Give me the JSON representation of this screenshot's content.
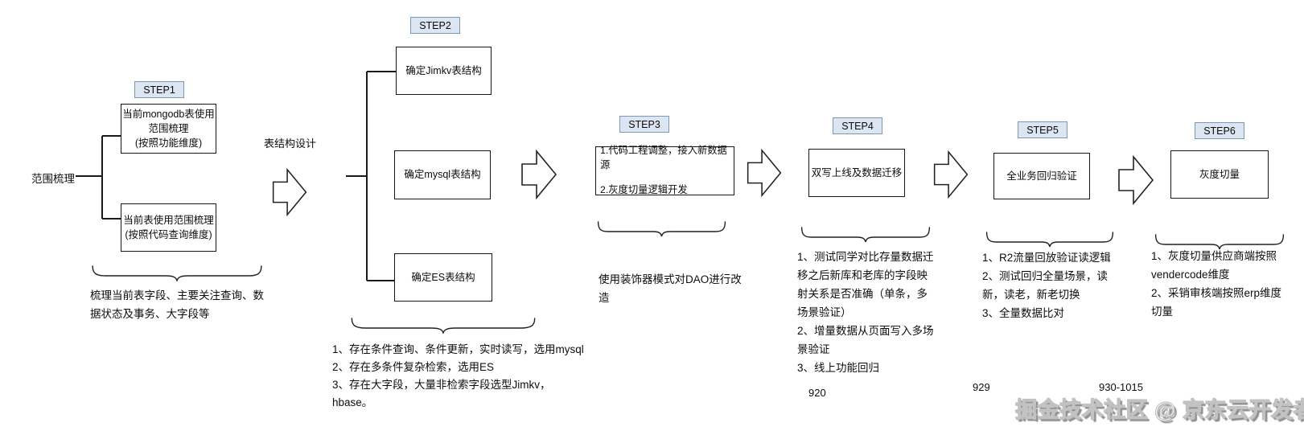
{
  "colors": {
    "badge_bg": "#dce6f2",
    "badge_border": "#7d97b5",
    "line": "#1a1a1a"
  },
  "diagram": {
    "start_label": "范围梳理",
    "arrow1_label": "表结构设计",
    "step1": {
      "badge": "STEP1",
      "box_mongodb": "当前mongodb表使用\n范围梳理\n(按照功能维度)",
      "box_code": "当前表使用范围梳理\n(按照代码查询维度)",
      "note": "梳理当前表字段、主要关注查询、数\n据状态及事务、大字段等"
    },
    "step2": {
      "badge": "STEP2",
      "box_jimkv": "确定Jimkv表结构",
      "box_mysql": "确定mysql表结构",
      "box_es": "确定ES表结构",
      "note": "1、存在条件查询、条件更新，实时读写，选用mysql\n2、存在多条件复杂检索，选用ES\n3、存在大字段，大量非检索字段选型Jimkv，\nhbase。"
    },
    "step3": {
      "badge": "STEP3",
      "box_line1": "1.代码工程调整，接入新数据源",
      "box_line2": "2.灰度切量逻辑开发",
      "note": "使用装饰器模式对DAO进行改\n造"
    },
    "step4": {
      "badge": "STEP4",
      "box": "双写上线及数据迁移",
      "note": "1、测试同学对比存量数据迁\n移之后新库和老库的字段映\n射关系是否准确（单条，多\n场景验证）\n2、增量数据从页面写入多场\n景验证\n3、线上功能回归",
      "date": "920"
    },
    "step5": {
      "badge": "STEP5",
      "box": "全业务回归验证",
      "note": "1、R2流量回放验证读逻辑\n2、测试回归全量场景，读\n新，读老，新老切换\n3、全量数据比对",
      "date": "929"
    },
    "step6": {
      "badge": "STEP6",
      "box": "灰度切量",
      "note": "1、灰度切量供应商端按照\nvendercode维度\n2、采销审核端按照erp维度\n切量",
      "date": "930-1015"
    }
  },
  "watermark": "掘金技术社区 @ 京东云开发者"
}
